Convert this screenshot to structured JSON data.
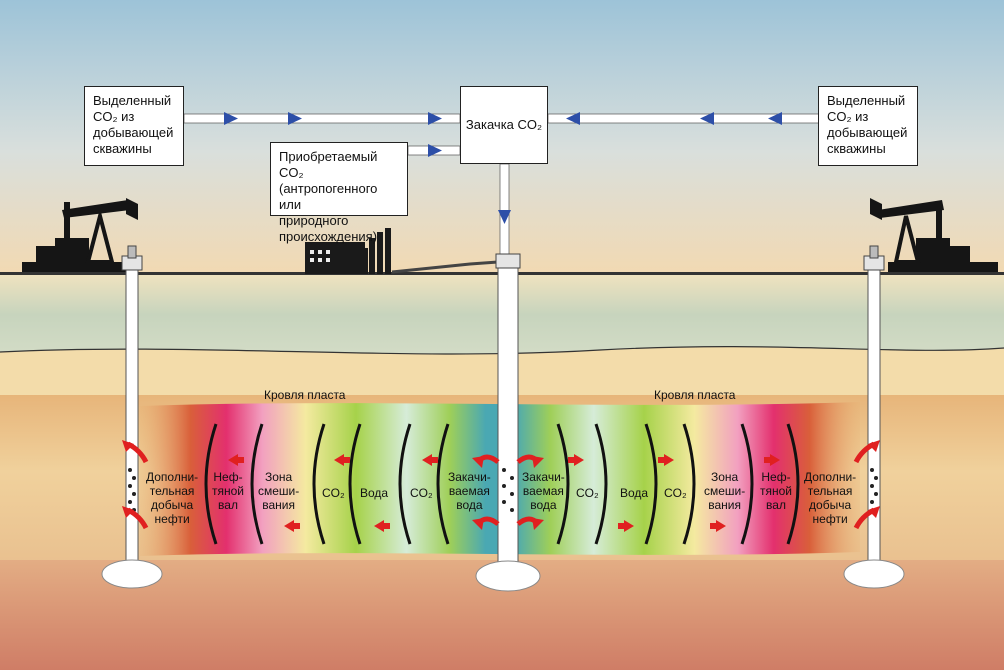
{
  "colors": {
    "sky_top": "#9dc3d8",
    "sky_bottom": "#f2d9b2",
    "ground_green": "#c9d6c2",
    "sand": "#f0d9a6",
    "reservoir_top": "#e8b877",
    "reservoir_bottom": "#d98a6a",
    "arrow_blue": "#2d4fa8",
    "arrow_red": "#e02020",
    "pipe": "#ffffff"
  },
  "boxes": {
    "left_separated": {
      "lines": [
        "Выделенный",
        "CO₂ из",
        "добывающей",
        "скважины"
      ]
    },
    "right_separated": {
      "lines": [
        "Выделенный",
        "CO₂ из",
        "добывающей",
        "скважины"
      ]
    },
    "injection": {
      "label": "Закачка CO₂"
    },
    "purchased": {
      "lines": [
        "Приобретаемый CO₂",
        "(антропогенного или",
        "природного",
        "происхождения)"
      ]
    }
  },
  "roof_labels": {
    "left": "Кровля пласта",
    "right": "Кровля пласта"
  },
  "zones": {
    "left": {
      "extra_oil": [
        "Дополни-",
        "тельная",
        "добыча",
        "нефти"
      ],
      "oil_bank": [
        "Неф-",
        "тяной",
        "вал"
      ],
      "mixing": [
        "Зона",
        "смеши-",
        "вания"
      ],
      "co2_a": [
        "CO₂"
      ],
      "water": [
        "Вода"
      ],
      "co2_b": [
        "CO₂"
      ],
      "injected_water": [
        "Закачи-",
        "ваемая",
        "вода"
      ]
    },
    "right": {
      "injected_water": [
        "Закачи-",
        "ваемая",
        "вода"
      ],
      "co2_a": [
        "CO₂"
      ],
      "water": [
        "Вода"
      ],
      "co2_b": [
        "CO₂"
      ],
      "mixing": [
        "Зона",
        "смеши-",
        "вания"
      ],
      "oil_bank": [
        "Неф-",
        "тяной",
        "вал"
      ],
      "extra_oil": [
        "Дополни-",
        "тельная",
        "добыча",
        "нефти"
      ]
    }
  },
  "icons": {
    "pumpjack": "pumpjack-icon",
    "factory": "factory-icon",
    "flow_arrow": "blue-flow-arrow-icon",
    "displacement_arrow": "red-displacement-arrow-icon",
    "front": "displacement-front-arc-icon",
    "wellhead": "wellhead-icon"
  }
}
